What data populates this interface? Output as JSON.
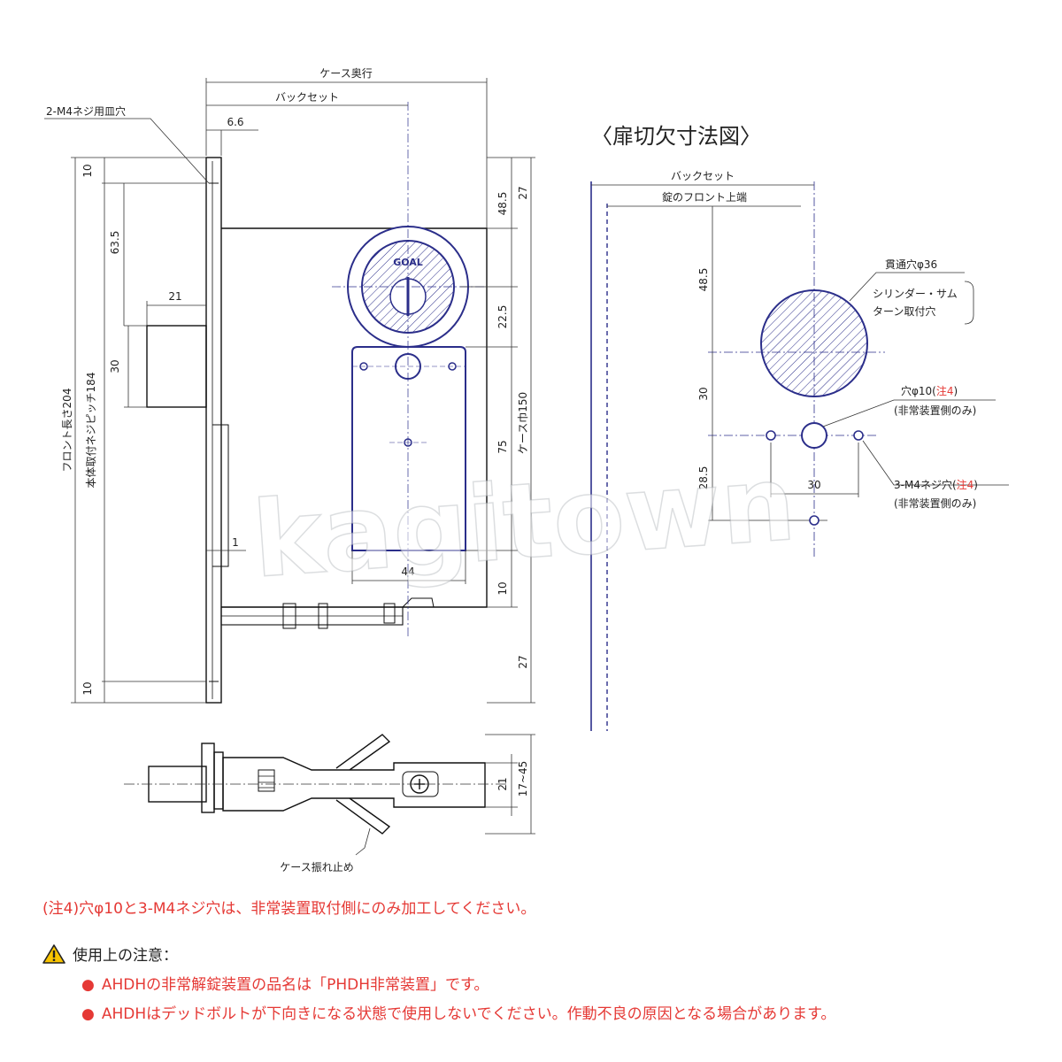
{
  "left": {
    "case_depth": "ケース奥行",
    "backset": "バックセット",
    "screw_hole": "2-M4ネジ用皿穴",
    "d_6_6": "6.6",
    "d_10_top": "10",
    "d_63_5": "63.5",
    "d_21_bolt": "21",
    "d_30_bolt": "30",
    "front_length": "フロント長さ204",
    "screw_pitch": "本体取付ネジピッチ184",
    "d_1": "1",
    "d_10_bottom": "10",
    "d_48_5": "48.5",
    "d_27_top": "27",
    "d_22_5": "22.5",
    "d_75": "75",
    "case_width": "ケース巾150",
    "d_44": "44",
    "d_10_right": "10",
    "d_27_bottom": "27",
    "cyl_brand": "GOAL"
  },
  "bottom": {
    "d_21": "21",
    "d_17_45": "17~45",
    "stopper": "ケース振れ止め"
  },
  "right": {
    "title": "〈扉切欠寸法図〉",
    "backset": "バックセット",
    "front_top": "錠のフロント上端",
    "d_48_5": "48.5",
    "thru_hole": "貫通穴φ36",
    "cyl_line1": "シリンダー・サム",
    "cyl_line2": "ターン取付穴",
    "d_30": "30",
    "hole10_main": "穴φ10(",
    "hole10_note": "注4",
    "hole10_close": ")",
    "hole10_sub": "(非常装置側のみ)",
    "d_28_5": "28.5",
    "d_30_h": "30",
    "m4_main": "3-M4ネジ穴(",
    "m4_note": "注4",
    "m4_close": ")",
    "m4_sub": "(非常装置側のみ)"
  },
  "watermark": "kagitown",
  "notes": {
    "note4": "(注4)穴φ10と3-M4ネジ穴は、非常装置取付側にのみ加工してください。",
    "caution_title": "使用上の注意：",
    "items": [
      "AHDHの非常解錠装置の品名は「PHDH非常装置」です。",
      "AHDHはデッドボルトが下向きになる状態で使用しないでください。作動不良の原因となる場合があります。"
    ]
  },
  "colors": {
    "accent": "#2b2e8a",
    "note_red": "#e53935"
  }
}
